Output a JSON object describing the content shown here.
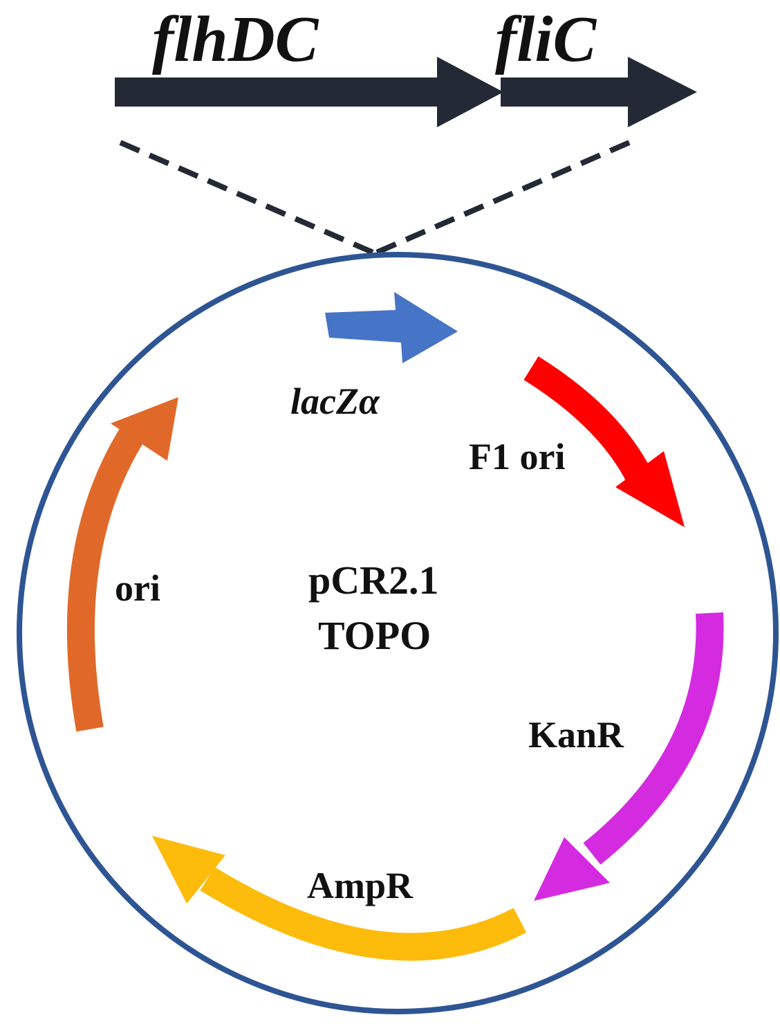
{
  "insert": {
    "genes": [
      {
        "name": "flhDC",
        "color": "#232a35"
      },
      {
        "name": "fliC",
        "color": "#232a35"
      }
    ]
  },
  "plasmid": {
    "name_line1": "pCR2.1",
    "name_line2": "TOPO",
    "backbone_color": "#2e5593",
    "features": [
      {
        "name": "lacZα",
        "color": "#4674c6"
      },
      {
        "name": "F1 ori",
        "color": "#ff0000"
      },
      {
        "name": "KanR",
        "color": "#d52be0"
      },
      {
        "name": "AmpR",
        "color": "#fdbb0c"
      },
      {
        "name": "ori",
        "color": "#e0692a"
      }
    ]
  }
}
